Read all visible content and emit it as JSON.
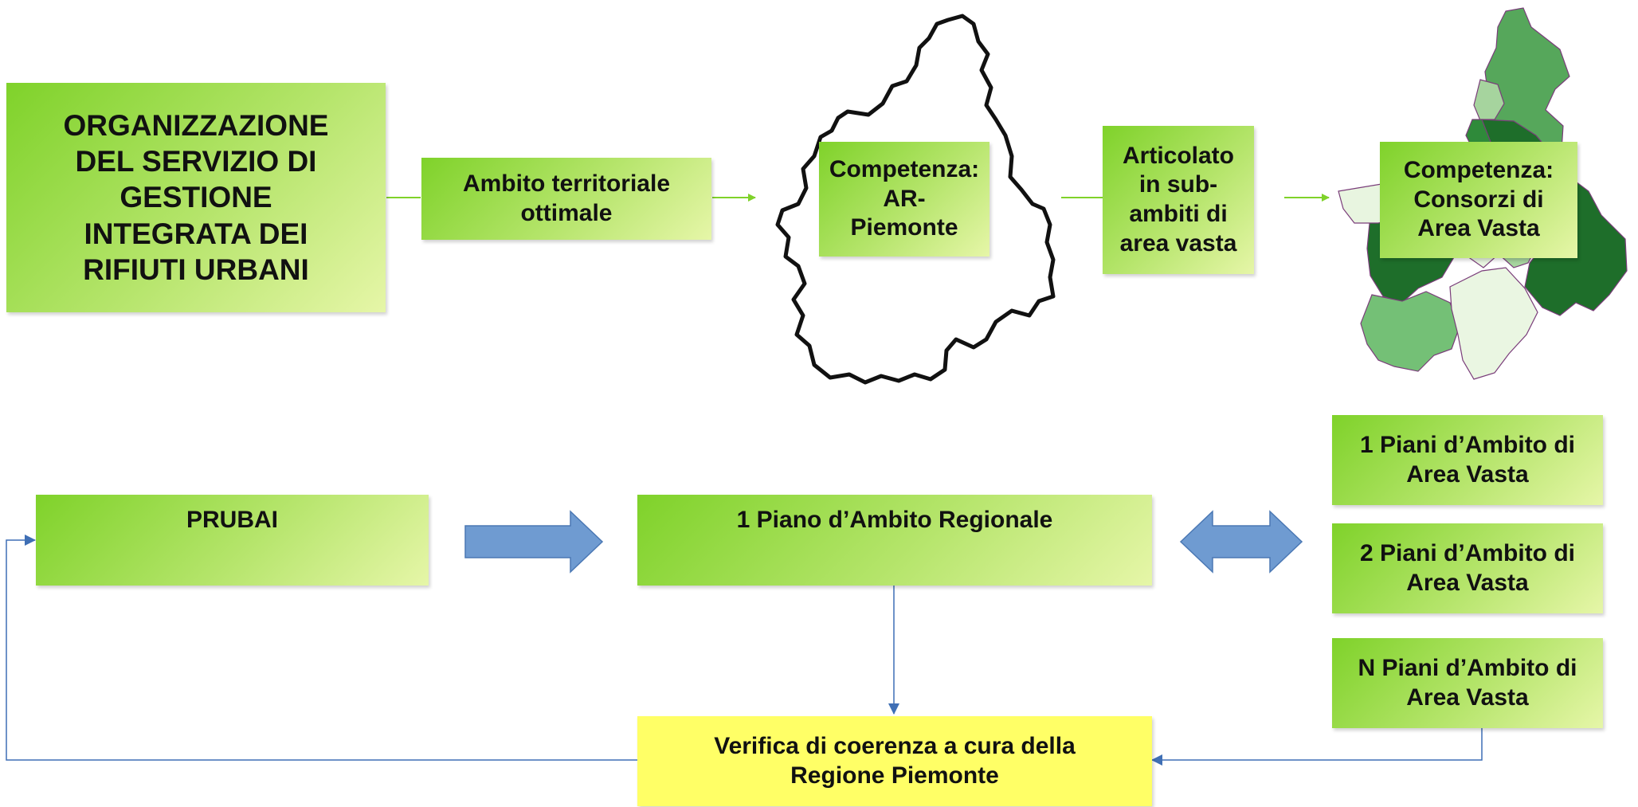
{
  "boxes": {
    "organizzazione": "ORGANIZZAZIONE\nDEL SERVIZIO DI\nGESTIONE\nINTEGRATA DEI\nRIFIUTI URBANI",
    "ambito": "Ambito territoriale\nottimale",
    "competenza_ar": "Competenza:\nAR-\nPiemonte",
    "articolato": "Articolato\nin sub-\nambiti di\narea vasta",
    "competenza_consorzi": "Competenza:\nConsorzi di\nArea Vasta",
    "prubai": "PRUBAI",
    "piano_regionale": "1 Piano  d’Ambito Regionale",
    "piani_1": "1 Piani  d’Ambito di\nArea Vasta",
    "piani_2": "2 Piani  d’Ambito di\nArea Vasta",
    "piani_n": "N Piani  d’Ambito di\nArea Vasta",
    "verifica": "Verifica di coerenza a cura della\nRegione Piemonte"
  },
  "colors": {
    "green_start": "#7fd22a",
    "green_end": "#e6f6a8",
    "yellow": "#ffff66",
    "connector_green": "#7fd22a",
    "block_arrow_blue": "#6f9bd1",
    "connector_blue": "#3f6fb5"
  },
  "icons": [
    "piemonte-outline-map",
    "piemonte-subareas-map"
  ]
}
